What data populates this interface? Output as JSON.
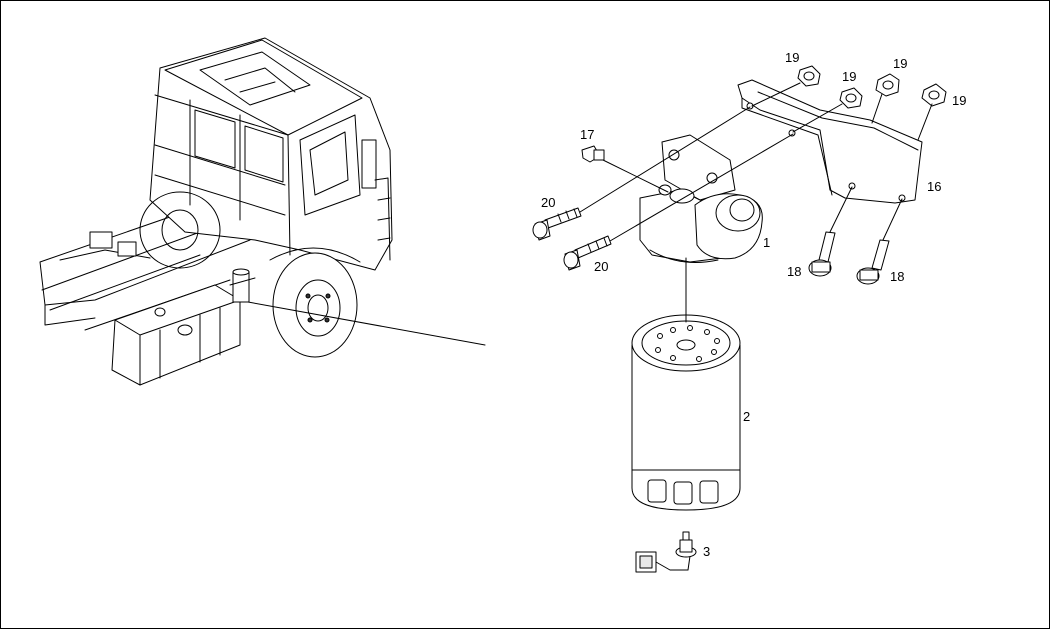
{
  "diagram": {
    "callouts": [
      {
        "id": "c1",
        "label": "1"
      },
      {
        "id": "c2",
        "label": "2"
      },
      {
        "id": "c3",
        "label": "3"
      },
      {
        "id": "c16",
        "label": "16"
      },
      {
        "id": "c17",
        "label": "17"
      },
      {
        "id": "c18a",
        "label": "18"
      },
      {
        "id": "c18b",
        "label": "18"
      },
      {
        "id": "c19a",
        "label": "19"
      },
      {
        "id": "c19b",
        "label": "19"
      },
      {
        "id": "c19c",
        "label": "19"
      },
      {
        "id": "c19d",
        "label": "19"
      },
      {
        "id": "c20a",
        "label": "20"
      },
      {
        "id": "c20b",
        "label": "20"
      }
    ]
  }
}
